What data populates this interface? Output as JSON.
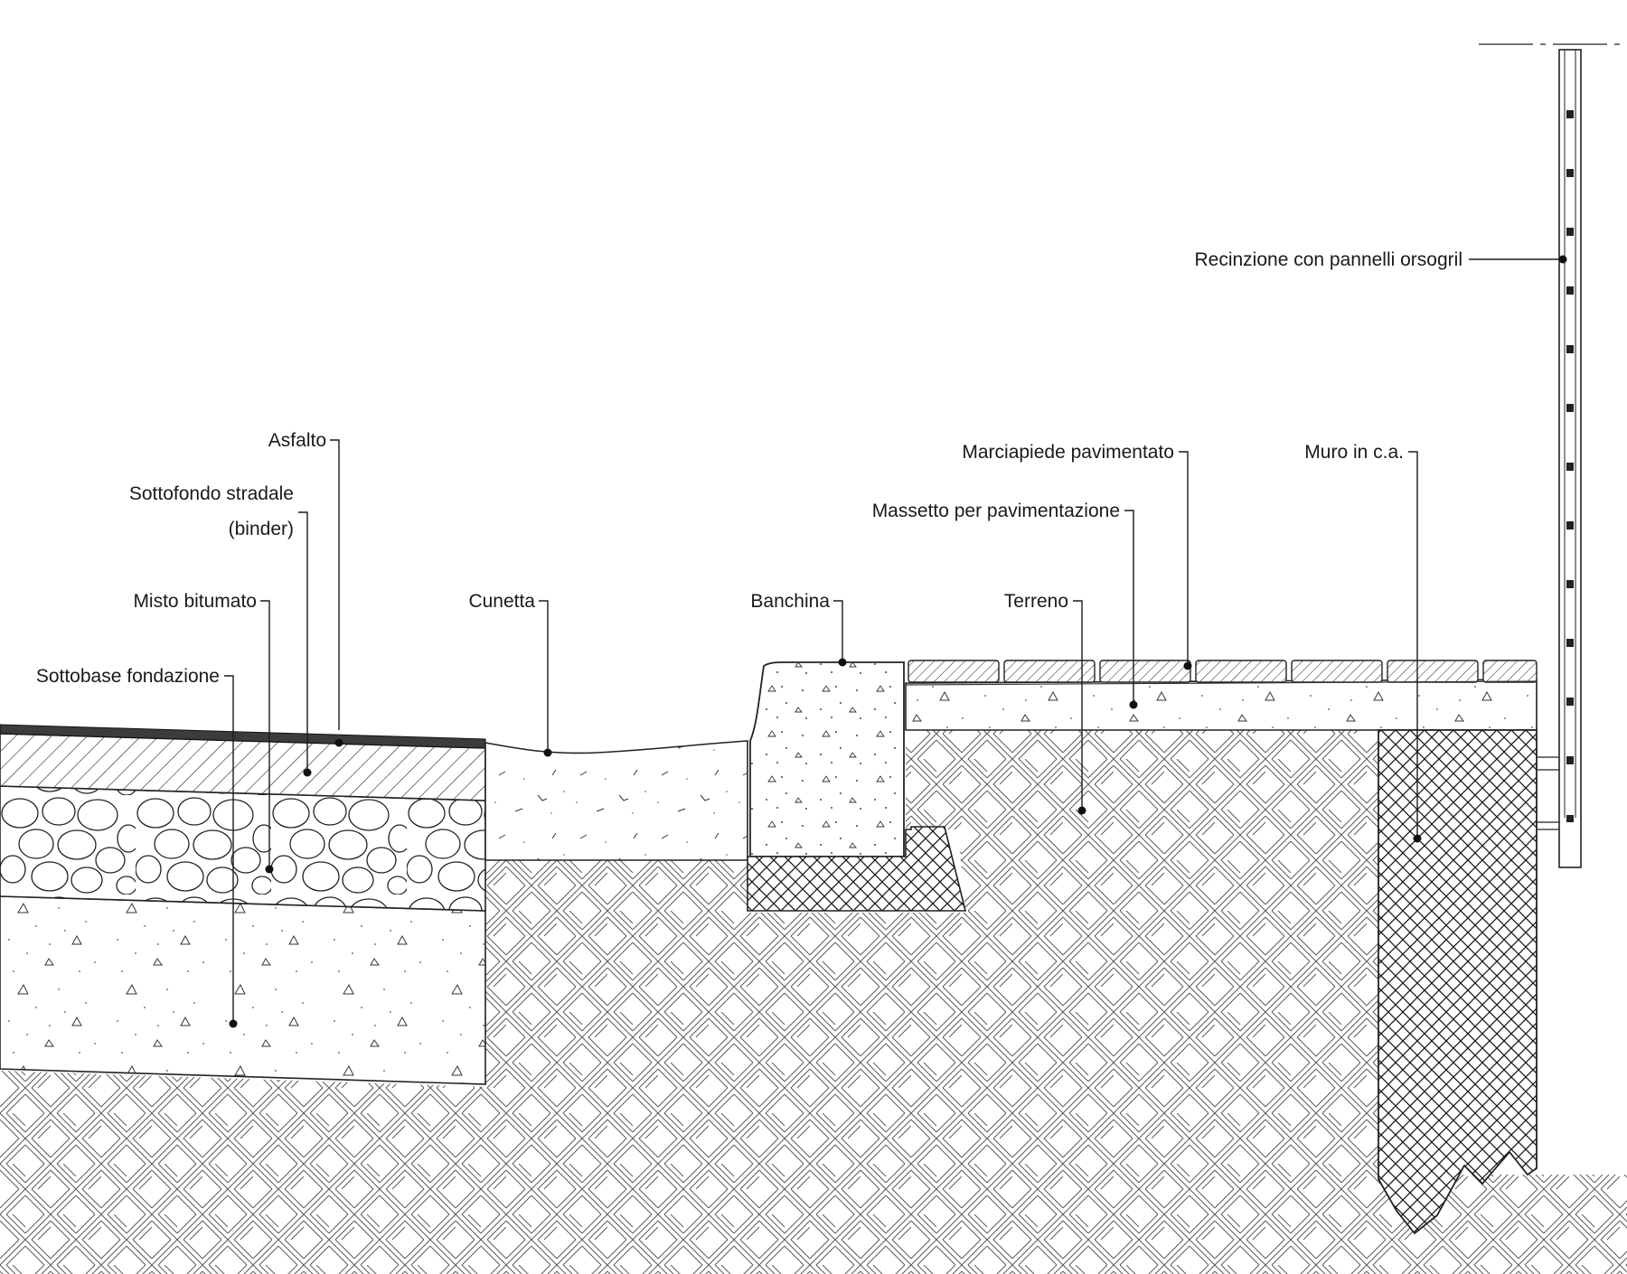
{
  "labels": {
    "asfalto": "Asfalto",
    "sottofondo_line1": "Sottofondo stradale",
    "sottofondo_line2": "(binder)",
    "misto": "Misto bitumato",
    "sottobase": "Sottobase fondazione",
    "cunetta": "Cunetta",
    "banchina": "Banchina",
    "terreno": "Terreno",
    "massetto": "Massetto per pavimentazione",
    "marciapiede": "Marciapiede pavimentato",
    "muro": "Muro in c.a.",
    "recinzione": "Recinzione con pannelli orsogril"
  }
}
